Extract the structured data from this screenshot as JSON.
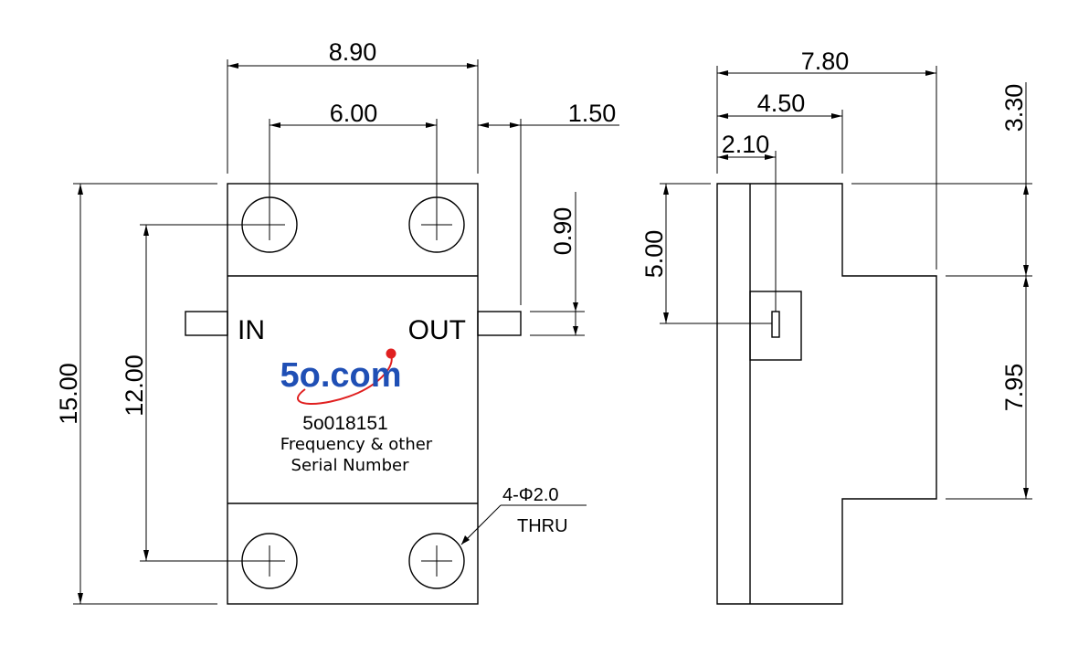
{
  "dimensions": {
    "width_total": "8.90",
    "hole_spacing_h": "6.00",
    "tab_length": "1.50",
    "tab_width": "0.90",
    "height_total": "15.00",
    "hole_spacing_v": "12.00",
    "side_depth": "7.80",
    "side_step": "4.50",
    "side_tab": "2.10",
    "side_top": "3.30",
    "side_tab_height": "5.00",
    "side_lower": "7.95"
  },
  "ports": {
    "in": "IN",
    "out": "OUT"
  },
  "logo": {
    "text": "5o.com",
    "text_color": "#1f4fb5",
    "swoosh_color": "#e02020"
  },
  "label": {
    "part_number": "5o018151",
    "line1": "Frequency & other",
    "line2": "Serial Number"
  },
  "hole_note": {
    "spec": "4-Φ2.0",
    "thru": "THRU"
  }
}
